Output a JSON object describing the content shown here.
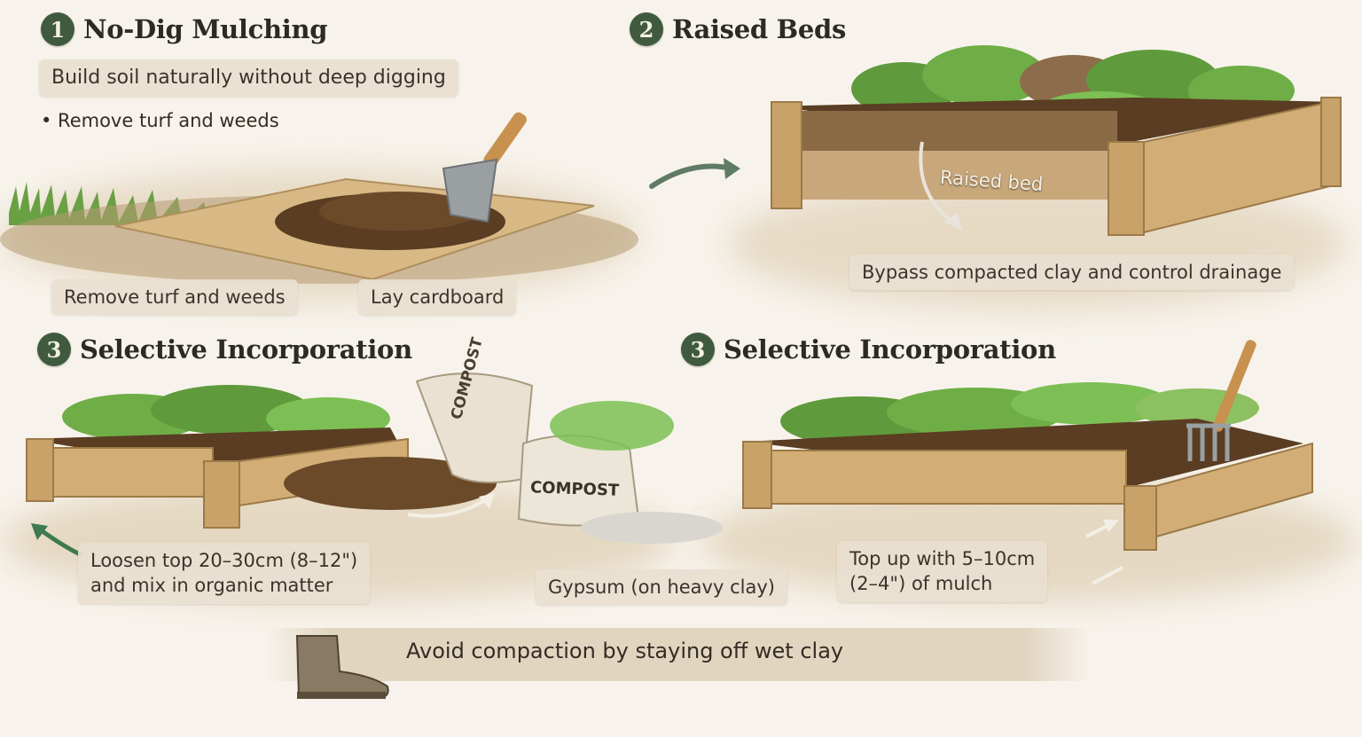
{
  "steps": [
    {
      "num": "1",
      "title": "No-Dig Mulching",
      "subtitle": "Build soil naturally without deep digging",
      "bullet": "• Remove turf and weeds",
      "labels": [
        "Remove turf and weeds",
        "Lay cardboard"
      ]
    },
    {
      "num": "2",
      "title": "Raised Beds",
      "bed_label": "Raised bed",
      "caption": "Bypass compacted clay and control drainage"
    },
    {
      "num": "3",
      "title": "Selective Incorporation",
      "caption_line1": "Loosen top 20–30cm (8–12\")",
      "caption_line2": "and mix in organic matter",
      "bag_label_1": "COMPOST",
      "bag_label_2": "COMPOST",
      "gypsum": "Gypsum (on heavy clay)"
    },
    {
      "num": "3",
      "title": "Selective Incorporation",
      "caption_line1": "Top up with 5–10cm",
      "caption_line2": "(2–4\") of mulch"
    }
  ],
  "tip": "Avoid compaction by staying off wet clay",
  "colors": {
    "badge": "#3f5a3c",
    "soil": "#5a3d22",
    "wood": "#c9a26a",
    "leaf": "#5f9a3c",
    "arrow": "#5f7a65"
  }
}
